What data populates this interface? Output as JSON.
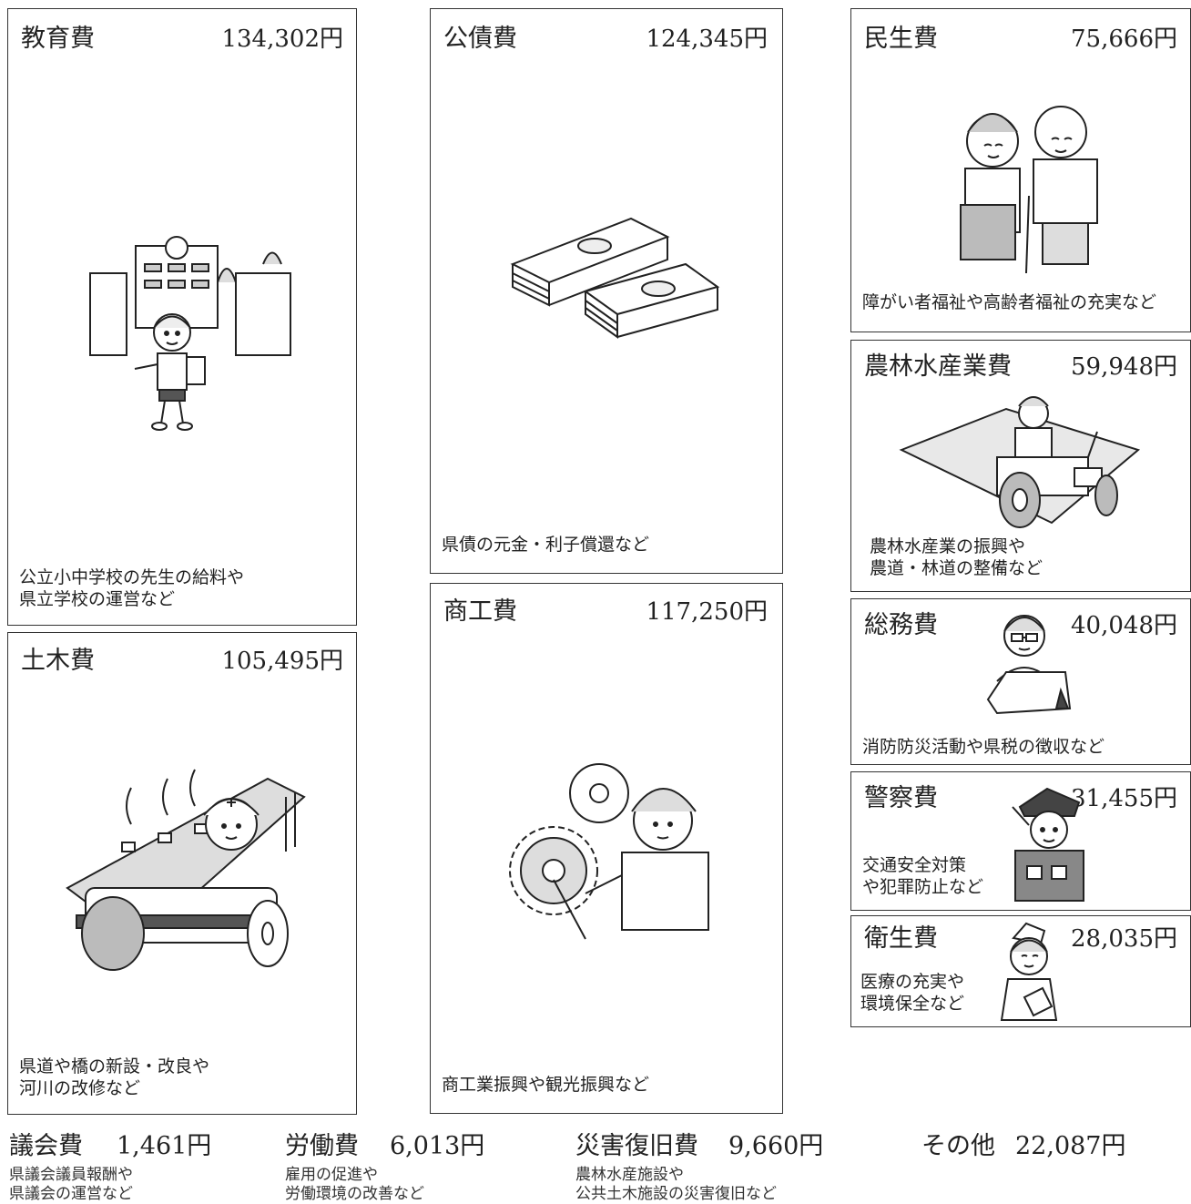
{
  "categories": {
    "education": {
      "title": "教育費",
      "amount": "134,302円",
      "description": "公立小中学校の先生の給料や\n県立学校の運営など",
      "icon": "school-child-icon"
    },
    "public_debt": {
      "title": "公債費",
      "amount": "124,345円",
      "description": "県債の元金・利子償還など",
      "icon": "money-bundle-icon"
    },
    "welfare": {
      "title": "民生費",
      "amount": "75,666円",
      "description": "障がい者福祉や高齢者福祉の充実など",
      "icon": "elderly-couple-icon"
    },
    "agriculture": {
      "title": "農林水産業費",
      "amount": "59,948円",
      "description": "農林水産業の振興や\n農道・林道の整備など",
      "icon": "tractor-icon"
    },
    "civil_engineering": {
      "title": "土木費",
      "amount": "105,495円",
      "description": "県道や橋の新設・改良や\n河川の改修など",
      "icon": "road-roller-icon"
    },
    "commerce": {
      "title": "商工費",
      "amount": "117,250円",
      "description": "商工業振興や観光振興など",
      "icon": "gear-worker-icon"
    },
    "general_affairs": {
      "title": "総務費",
      "amount": "40,048円",
      "description": "消防防災活動や県税の徴収など",
      "icon": "office-worker-icon"
    },
    "police": {
      "title": "警察費",
      "amount": "31,455円",
      "description": "交通安全対策\nや犯罪防止など",
      "icon": "police-officer-icon"
    },
    "health": {
      "title": "衛生費",
      "amount": "28,035円",
      "description": "医療の充実や\n環境保全など",
      "icon": "nurse-icon"
    }
  },
  "bottom": {
    "assembly": {
      "title": "議会費",
      "amount": "1,461円",
      "description": "県議会議員報酬や\n県議会の運営など"
    },
    "labor": {
      "title": "労働費",
      "amount": "6,013円",
      "description": "雇用の促進や\n労働環境の改善など"
    },
    "disaster": {
      "title": "災害復旧費",
      "amount": "9,660円",
      "description": "農林水産施設や\n公共土木施設の災害復旧など"
    },
    "other": {
      "title": "その他",
      "amount": "22,087円"
    }
  }
}
